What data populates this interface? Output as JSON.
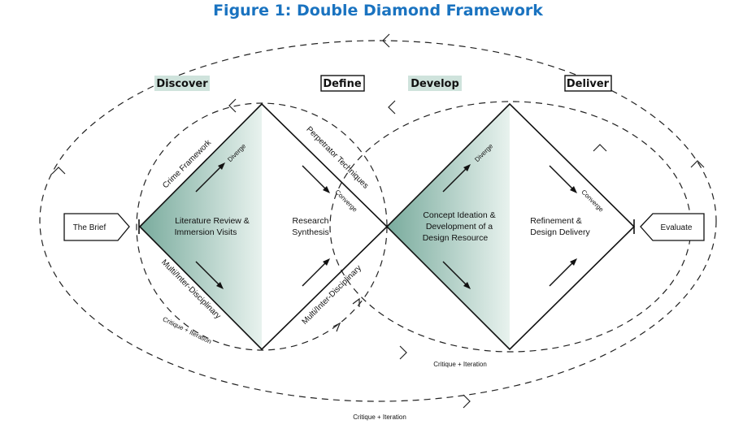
{
  "title": "Figure 1: Double Diamond Framework",
  "phases": {
    "discover": "Discover",
    "define": "Define",
    "develop": "Develop",
    "deliver": "Deliver"
  },
  "endpoints": {
    "brief": "The Brief",
    "evaluate": "Evaluate"
  },
  "diamond1": {
    "left_content_1": "Literature Review &",
    "left_content_2": "Immersion Visits",
    "right_content_1": "Research",
    "right_content_2": "Synthesis",
    "edge_upper_left": "Crime Framework",
    "edge_upper_right": "Perpetrator Techniques",
    "edge_lower_left": "Multi/Inter-Disciplinary",
    "edge_lower_right": "Multi/Inter-Disciplinary",
    "diverge": "Diverge",
    "converge": "Converge"
  },
  "diamond2": {
    "left_content_1": "Concept Ideation &",
    "left_content_2": "Development of a",
    "left_content_3": "Design Resource",
    "right_content_1": "Refinement &",
    "right_content_2": "Design Delivery",
    "diverge": "Diverge",
    "converge": "Converge"
  },
  "loops": {
    "loop1": "Critique + Iteration",
    "loop2": "Critique + Iteration",
    "outer": "Critique + Iteration"
  },
  "colors": {
    "title": "#1a73c0",
    "phase_highlight": "#cfe3dc",
    "shade_dark": "#79ab9d",
    "shade_light": "#e8f2ee"
  }
}
